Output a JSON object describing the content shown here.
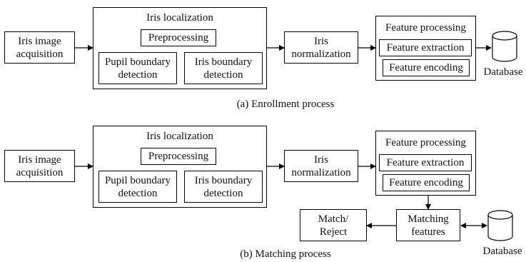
{
  "enrollment": {
    "acquisition": [
      "Iris image",
      "acquisition"
    ],
    "localization_title": "Iris localization",
    "preprocessing": "Preprocessing",
    "pupil_detection": [
      "Pupil boundary",
      "detection"
    ],
    "iris_detection": [
      "Iris boundary",
      "detection"
    ],
    "normalization": [
      "Iris",
      "normalization"
    ],
    "feature_title": "Feature processing",
    "feature_extraction": "Feature extraction",
    "feature_encoding": "Feature encoding",
    "database": "Database",
    "caption": "(a) Enrollment process"
  },
  "matching": {
    "acquisition": [
      "Iris image",
      "acquisition"
    ],
    "localization_title": "Iris localization",
    "preprocessing": "Preprocessing",
    "pupil_detection": [
      "Pupil boundary",
      "detection"
    ],
    "iris_detection": [
      "Iris boundary",
      "detection"
    ],
    "normalization": [
      "Iris",
      "normalization"
    ],
    "feature_title": "Feature processing",
    "feature_extraction": "Feature extraction",
    "feature_encoding": "Feature encoding",
    "matching_features": [
      "Matching",
      "features"
    ],
    "match_reject": [
      "Match/",
      "Reject"
    ],
    "database": "Database",
    "caption": "(b) Matching process"
  }
}
